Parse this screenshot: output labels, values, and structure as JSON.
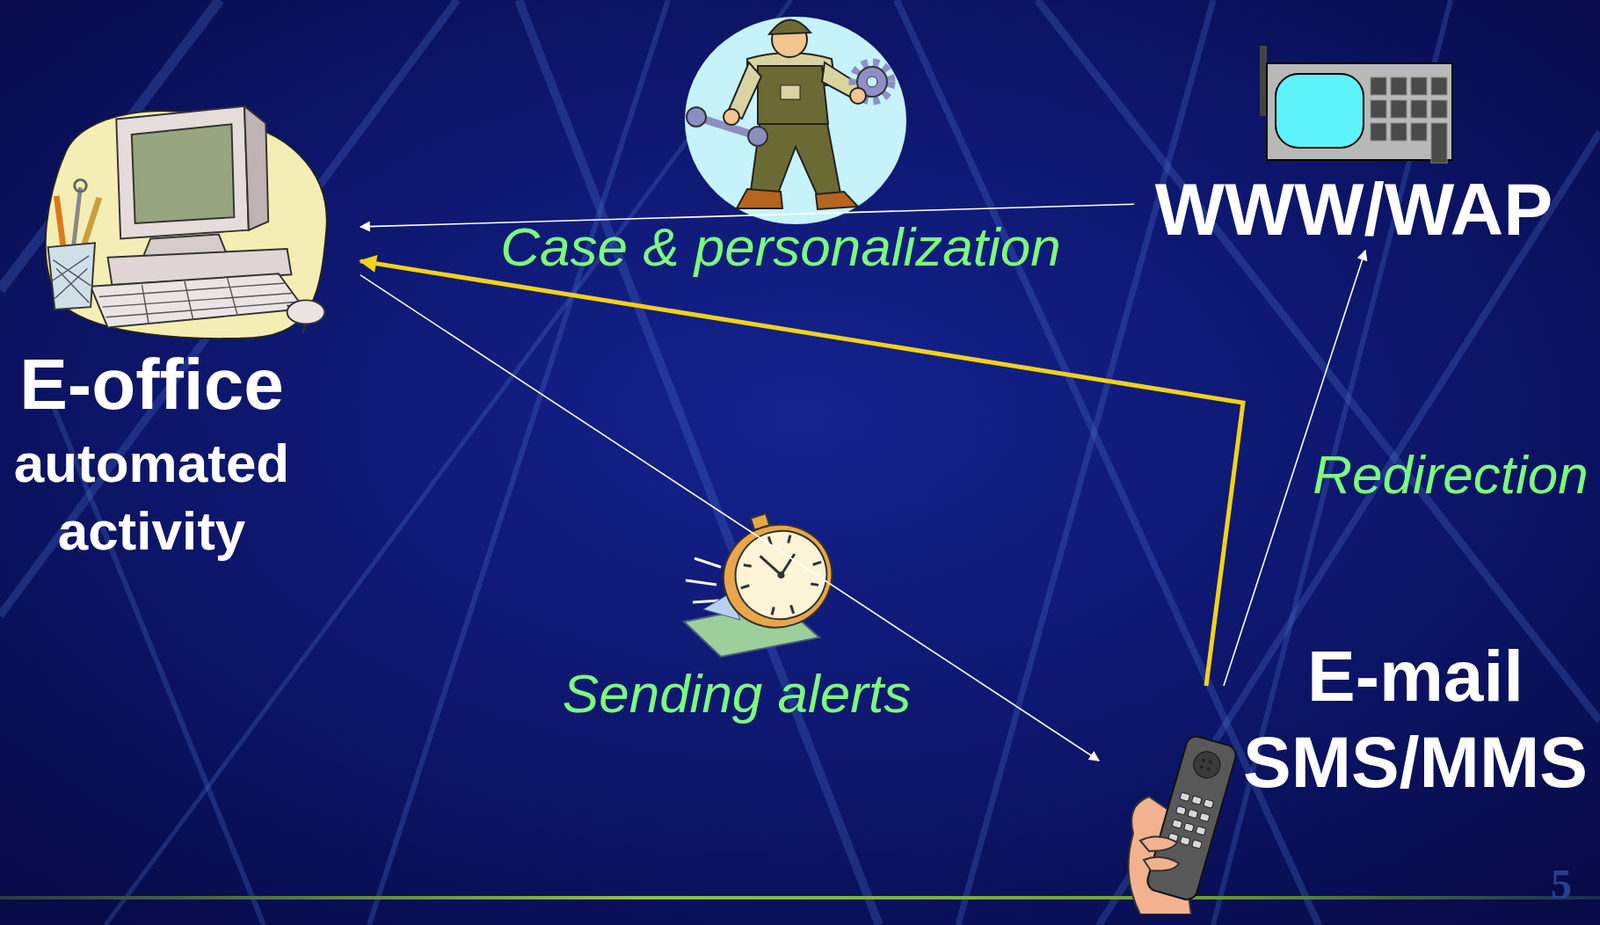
{
  "diagram": {
    "nodes": [
      {
        "text": [
          "E-office",
          "automated activity"
        ]
      },
      {
        "text": [
          "WWW/WAP"
        ]
      },
      {
        "text": [
          "E-mail SMS/MMS"
        ]
      }
    ],
    "edges": [
      {
        "from": 1,
        "to": 0,
        "arrow": "to",
        "label": "Case & personalization"
      },
      {
        "from": 2,
        "to": 0,
        "arrow": "to"
      },
      {
        "from": 0,
        "to": 2,
        "arrow": "to",
        "label": "Sending alerts"
      },
      {
        "from": 2,
        "to": 1,
        "arrow": "to",
        "label": "Redirection"
      }
    ],
    "labels": [
      "5"
    ]
  }
}
